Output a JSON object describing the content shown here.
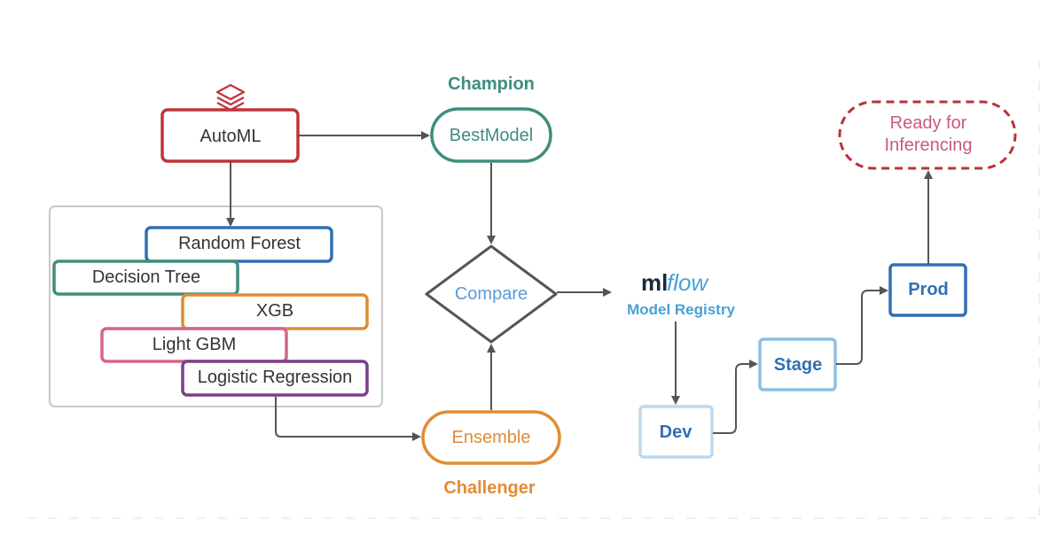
{
  "colors": {
    "automl": "#c0323a",
    "champion": "#3e8e7e",
    "challenger": "#e08c34",
    "compare_text": "#5b9bd5",
    "random_forest": "#2f70b5",
    "decision_tree": "#3e8e7e",
    "xgb": "#e08c34",
    "light_gbm": "#d4658a",
    "logistic": "#7a3f8a",
    "dev": "#bcd9ef",
    "stage": "#8cc0e3",
    "prod": "#2f70b5",
    "ready": "#b8323e",
    "ready_text": "#c85a7a",
    "arrow": "#555555",
    "group_border": "#c8c8c8",
    "mlflow_text": "#1a2a3a",
    "mlflow_accent": "#4aa0d8"
  },
  "icons": {
    "databricks": "databricks-stack-icon"
  },
  "labels": {
    "automl": "AutoML",
    "champion": "Champion",
    "best_model": "BestModel",
    "compare": "Compare",
    "challenger": "Challenger",
    "ensemble": "Ensemble",
    "random_forest": "Random Forest",
    "decision_tree": "Decision Tree",
    "xgb": "XGB",
    "light_gbm": "Light GBM",
    "logistic_regression": "Logistic Regression",
    "mlflow_ml": "ml",
    "mlflow_flow": "flow",
    "model_registry": "Model Registry",
    "dev": "Dev",
    "stage": "Stage",
    "prod": "Prod",
    "ready_line1": "Ready for",
    "ready_line2": "Inferencing"
  }
}
